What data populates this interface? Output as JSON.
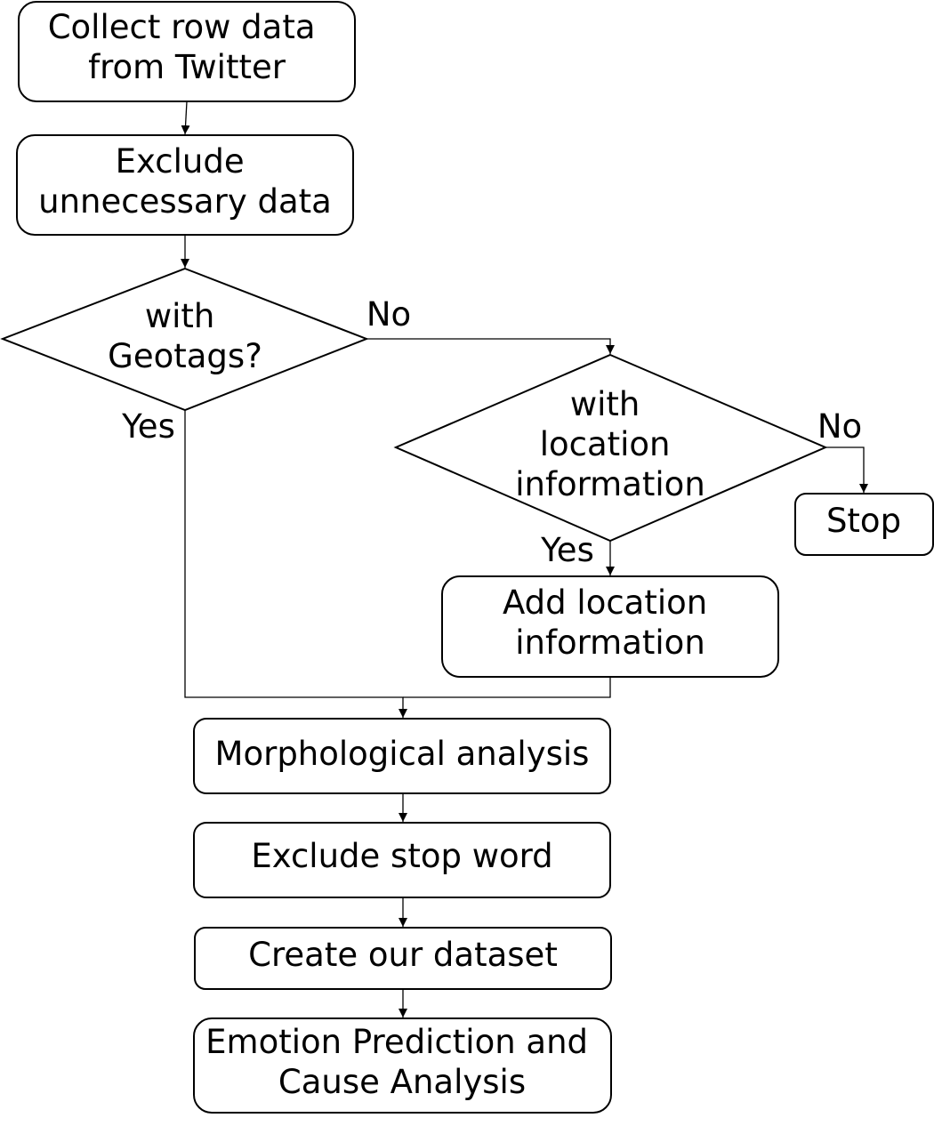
{
  "nodes": {
    "collect": [
      "Collect row data",
      "from Twitter"
    ],
    "exclude_unnecessary": [
      "Exclude",
      "unnecessary data"
    ],
    "geotags": [
      "with",
      "Geotags?"
    ],
    "location_info": [
      "with",
      "location",
      "information"
    ],
    "stop": [
      "Stop"
    ],
    "add_location": [
      "Add location",
      "information"
    ],
    "morphological": [
      "Morphological analysis"
    ],
    "exclude_stop": [
      "Exclude stop word"
    ],
    "create_dataset": [
      "Create our dataset"
    ],
    "emotion": [
      "Emotion Prediction and",
      "Cause Analysis"
    ]
  },
  "edge_labels": {
    "geotags_no": "No",
    "geotags_yes": "Yes",
    "location_no": "No",
    "location_yes": "Yes"
  },
  "colors": {
    "stroke": "#000000",
    "fill": "#ffffff",
    "text": "#000000"
  }
}
